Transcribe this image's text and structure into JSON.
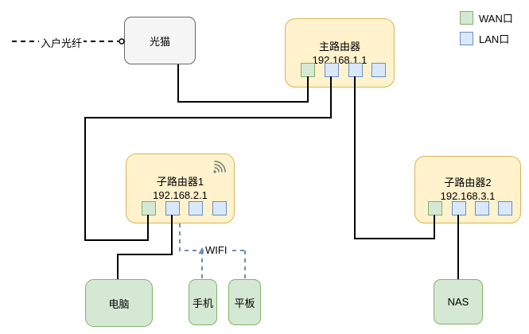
{
  "diagram": {
    "fiber_label": "入户光纤",
    "wifi_label": "WIFI",
    "modem": {
      "label": "光猫"
    },
    "routers": [
      {
        "id": "main-router",
        "name": "主路由器",
        "ip": "192.168.1.1"
      },
      {
        "id": "sub-router-1",
        "name": "子路由器1",
        "ip": "192.168.2.1"
      },
      {
        "id": "sub-router-2",
        "name": "子路由器2",
        "ip": "192.168.3.1"
      }
    ],
    "devices": [
      {
        "id": "pc",
        "label": "电脑"
      },
      {
        "id": "phone",
        "label": "手机"
      },
      {
        "id": "tablet",
        "label": "平板"
      },
      {
        "id": "nas",
        "label": "NAS"
      }
    ],
    "legend": [
      {
        "label": "WAN口",
        "fill": "#d5e8d4",
        "border": "#82b366"
      },
      {
        "label": "LAN口",
        "fill": "#dae8fc",
        "border": "#6c8ebf"
      }
    ],
    "colors": {
      "router_fill": "#fff2cc",
      "router_border": "#d6b656",
      "device_fill": "#d5e8d4",
      "device_border": "#82b366",
      "lan_fill": "#dae8fc",
      "lan_border": "#6c8ebf",
      "cable": "#000000",
      "wifi_dash": "#6c8ebf"
    }
  }
}
